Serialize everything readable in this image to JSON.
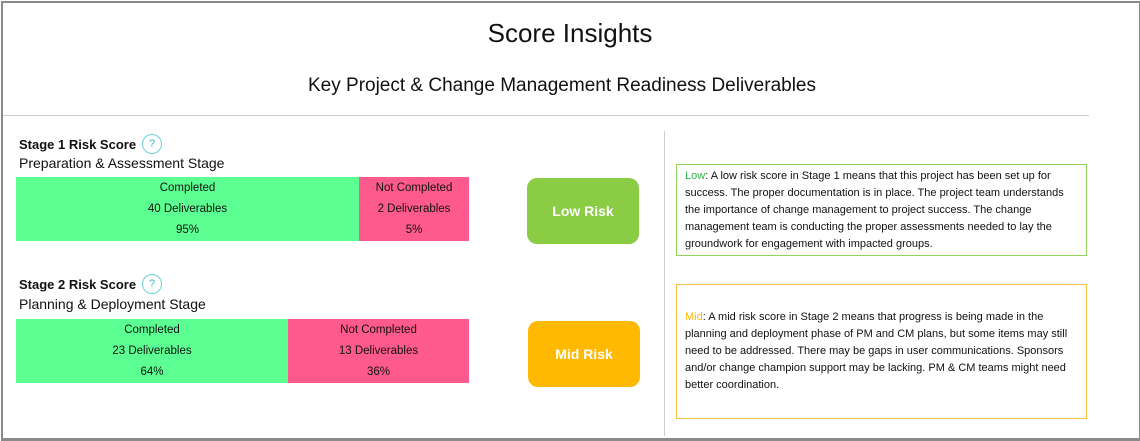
{
  "header": {
    "title": "Score Insights",
    "subtitle": "Key Project & Change Management Readiness Deliverables"
  },
  "colors": {
    "completed": "#5cff91",
    "not_completed": "#ff5a8e",
    "low_risk": "#8bcc45",
    "mid_risk": "#ffb900",
    "help_icon": "#6fd0d6"
  },
  "stages": [
    {
      "title": "Stage 1 Risk Score",
      "help_icon": "?",
      "subtitle": "Preparation & Assessment Stage",
      "completed": {
        "label": "Completed",
        "count": "40 Deliverables",
        "percent": "95%"
      },
      "not_completed": {
        "label": "Not Completed",
        "count": "2 Deliverables",
        "percent": "5%"
      },
      "risk_label": "Low Risk",
      "note": {
        "level": "Low",
        "separator": ":",
        "text": " A low risk score in Stage 1 means that this project has been set up for success. The proper documentation is in place. The project team understands the importance of change management to project success. The change management team is conducting the proper assessments needed to lay the groundwork for engagement with impacted groups."
      }
    },
    {
      "title": "Stage 2 Risk Score",
      "help_icon": "?",
      "subtitle": "Planning & Deployment Stage",
      "completed": {
        "label": "Completed",
        "count": "23 Deliverables",
        "percent": "64%"
      },
      "not_completed": {
        "label": "Not Completed",
        "count": "13 Deliverables",
        "percent": "36%"
      },
      "risk_label": "Mid Risk",
      "note": {
        "level": "Mid",
        "separator": ":",
        "text": " A mid risk score in Stage 2 means that progress is being made in the planning and deployment phase of PM and CM plans, but some items may still need to be addressed. There may be gaps in user communications. Sponsors and/or change champion support may be lacking. PM & CM teams might need better coordination."
      }
    }
  ]
}
